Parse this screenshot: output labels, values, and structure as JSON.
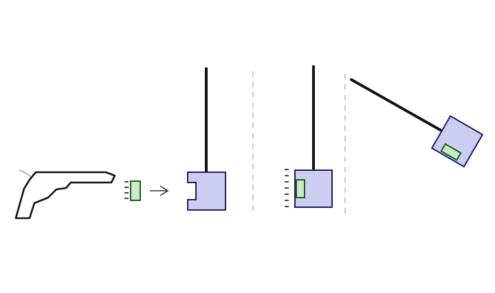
{
  "diagram": {
    "colors": {
      "stroke": "#111111",
      "gun_outline": "#111111",
      "gun_muzzle_flash": "#bdbdbd",
      "block_fill": "#cccdf0",
      "block_stroke": "#1a1f66",
      "bullet_fill": "#c8ecc8",
      "bullet_stroke": "#1e5a1e",
      "divider": "#c8c8c8",
      "arrow": "#333333"
    },
    "panels": [
      {
        "name": "firing",
        "elements": [
          "gun",
          "bullet",
          "arrow",
          "pendulum-block"
        ]
      },
      {
        "name": "impact",
        "elements": [
          "pendulum-block-with-bullet"
        ]
      },
      {
        "name": "swing",
        "elements": [
          "swung-pendulum-block"
        ]
      }
    ]
  }
}
